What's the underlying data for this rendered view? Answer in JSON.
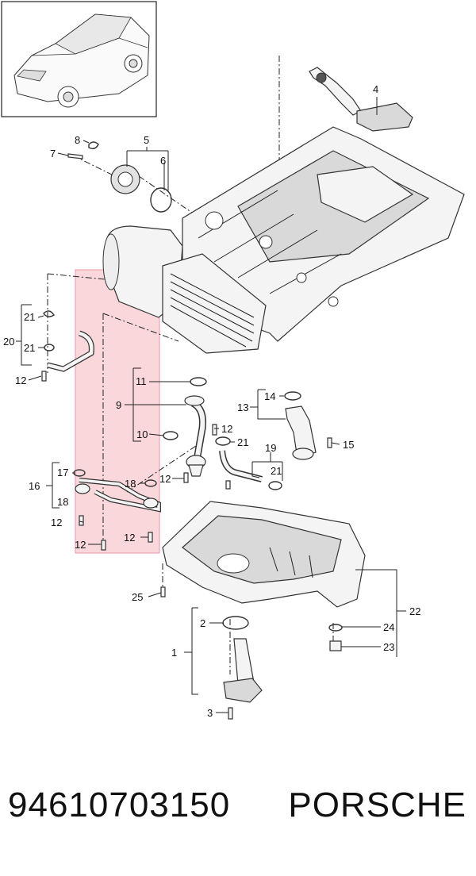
{
  "colors": {
    "highlight_fill": "#f7c9cf",
    "highlight_stroke": "#e89aa4",
    "line": "#222222"
  },
  "callouts": {
    "c1": "1",
    "c2": "2",
    "c3": "3",
    "c4": "4",
    "c5": "5",
    "c6": "6",
    "c7": "7",
    "c8": "8",
    "c9": "9",
    "c10": "10",
    "c11": "11",
    "c12a": "12",
    "c12b": "12",
    "c12c": "12",
    "c12d": "12",
    "c12e": "12",
    "c12f": "12",
    "c13": "13",
    "c14": "14",
    "c15": "15",
    "c16": "16",
    "c17": "17",
    "c18a": "18",
    "c18b": "18",
    "c19": "19",
    "c20": "20",
    "c21a": "21",
    "c21b": "21",
    "c21c": "21",
    "c21d": "21",
    "c22": "22",
    "c23": "23",
    "c24": "24",
    "c25": "25"
  },
  "footer": {
    "part_number": "94610703150",
    "brand": "PORSCHE"
  }
}
